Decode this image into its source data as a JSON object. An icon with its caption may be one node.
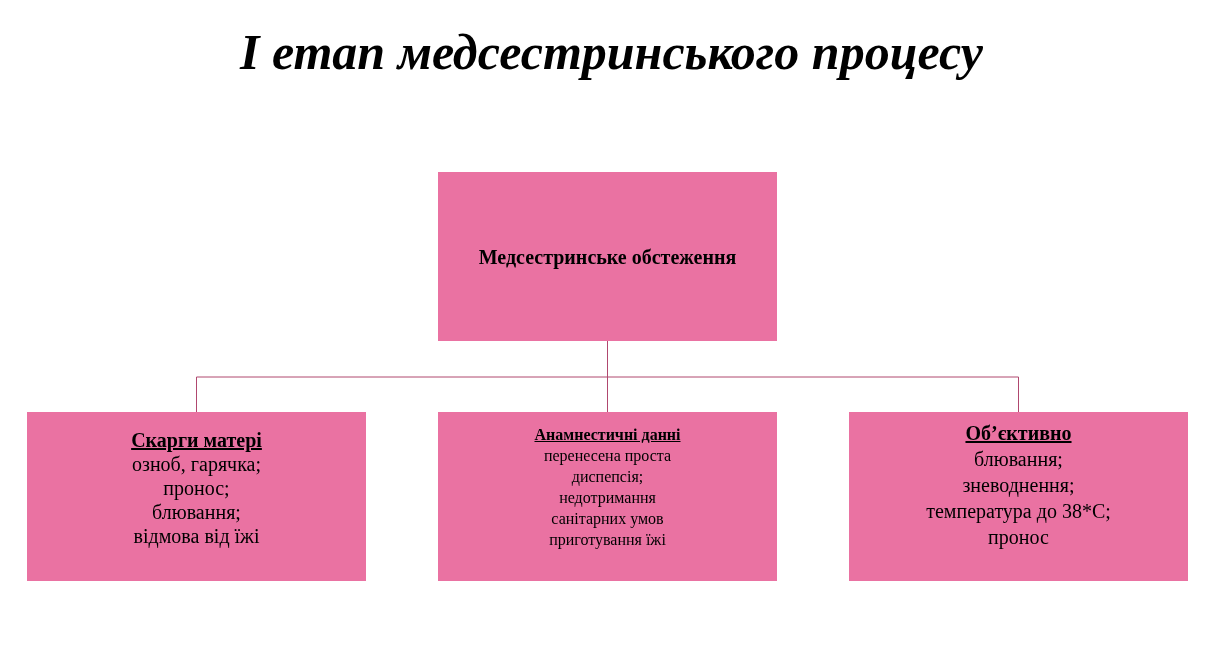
{
  "diagram": {
    "title": "І етап медсестринського процесу",
    "nodes": [
      {
        "text": [
          "Медсестринське обстеження"
        ]
      },
      {
        "text": [
          "Скарги матері",
          "озноб, гарячка;",
          "пронос;",
          "блювання;",
          "відмова від їжі"
        ]
      },
      {
        "text": [
          "Анамнестичні данні",
          "перенесена проста диспепсія;",
          "недотримання санітарних умов приготування їжі"
        ]
      },
      {
        "text": [
          "Об’єктивно",
          "блювання;",
          "зневоднення;",
          "температура до 38*С;",
          "пронос"
        ]
      }
    ],
    "edges": [
      {
        "from": 0,
        "to": 1,
        "arrow": "none"
      },
      {
        "from": 0,
        "to": 2,
        "arrow": "none"
      },
      {
        "from": 0,
        "to": 3,
        "arrow": "none"
      }
    ]
  }
}
